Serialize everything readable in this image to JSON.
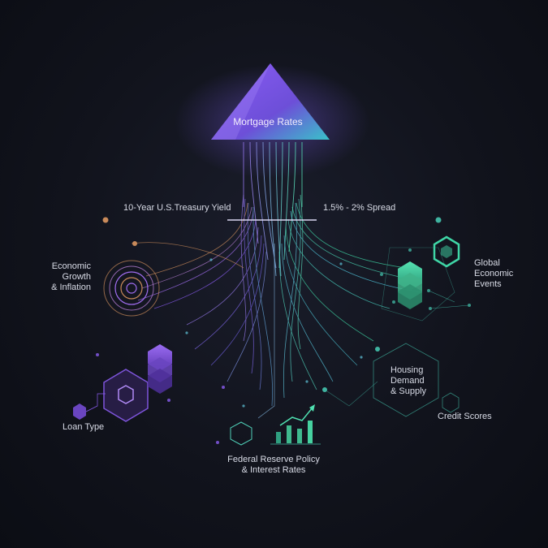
{
  "title": "Mortgage Rates",
  "axis_line": {
    "left_label": "10-Year U.S.Treasury Yield",
    "right_label": "1.5% - 2% Spread"
  },
  "factors": {
    "economic_growth": "Economic Growth\n& Inflation",
    "global_events": "Global\nEconomic\nEvents",
    "housing_demand": "Housing\nDemand\n& Supply",
    "credit_scores": "Credit Scores",
    "loan_type": "Loan Type",
    "federal_reserve": "Federal Reserve Policy\n& Interest Rates"
  },
  "colors": {
    "background": "#11131c",
    "purple": "#8a5cf0",
    "teal": "#3fd6a6",
    "cyan": "#4fc3d9",
    "orange": "#c98a5a"
  }
}
